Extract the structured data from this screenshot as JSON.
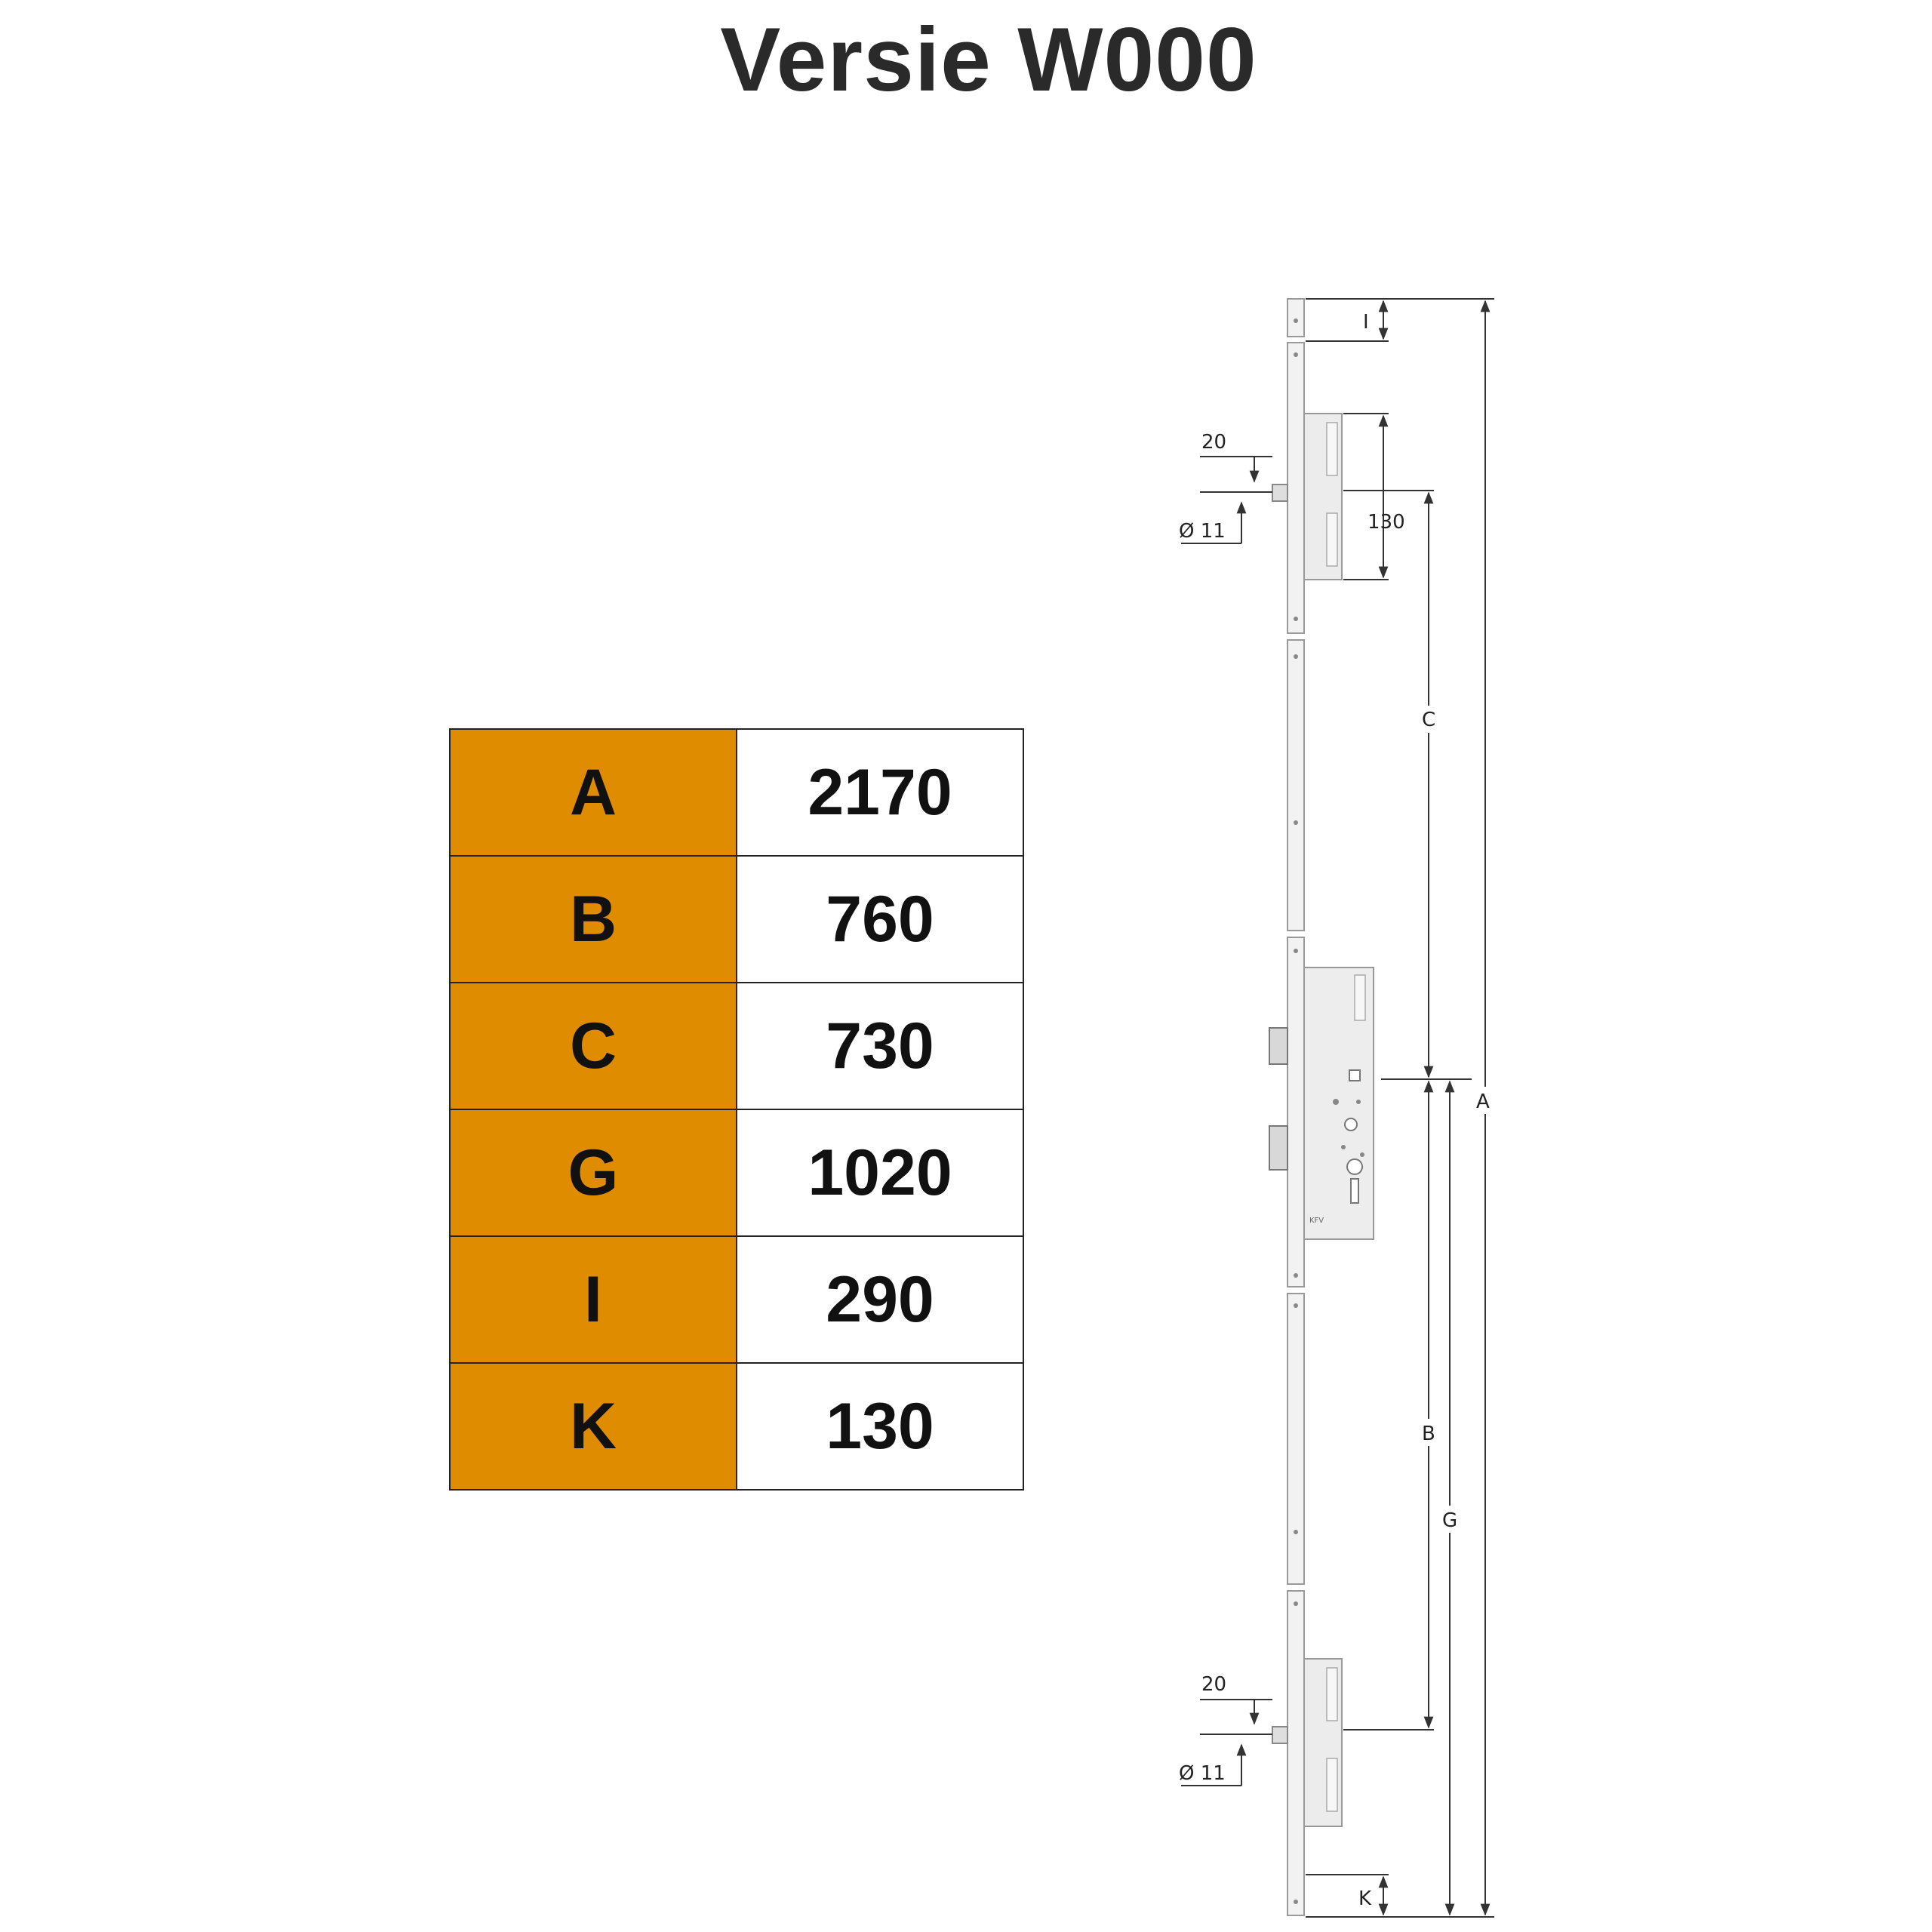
{
  "title": "Versie W000",
  "colors": {
    "key_fill": "#E08C00",
    "border": "#222222",
    "plate": "#f1f1f1",
    "line": "#333333"
  },
  "table": {
    "rows": [
      {
        "key": "A",
        "value": "2170"
      },
      {
        "key": "B",
        "value": "760"
      },
      {
        "key": "C",
        "value": "730"
      },
      {
        "key": "G",
        "value": "1020"
      },
      {
        "key": "I",
        "value": "290"
      },
      {
        "key": "K",
        "value": "130"
      }
    ]
  },
  "drawing": {
    "labels": {
      "I": "I",
      "C": "C",
      "A": "A",
      "B": "B",
      "G": "G",
      "K": "K",
      "top_pin_width": "20",
      "top_pin_dia": "Ø 11",
      "top_keeper_height": "130",
      "bottom_pin_width": "20",
      "bottom_pin_dia": "Ø 11"
    },
    "lock_mark": "KFV"
  }
}
